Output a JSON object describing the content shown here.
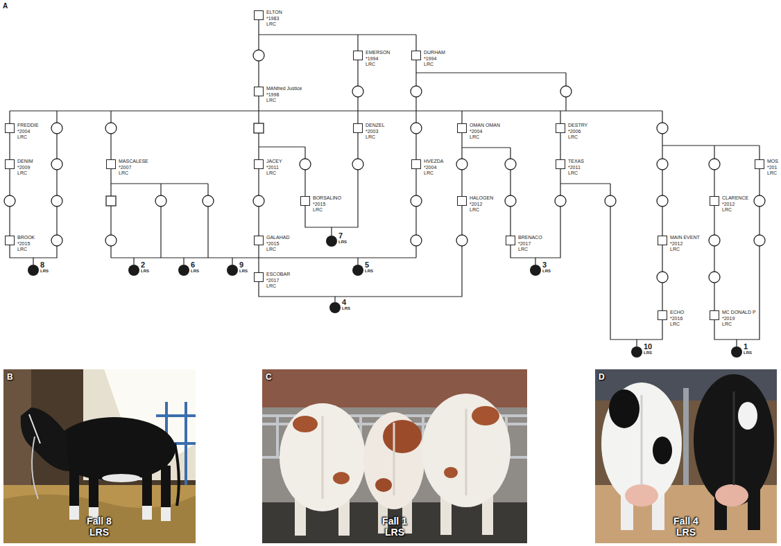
{
  "diagram": {
    "nodes": [
      {
        "text": [
          "ELTON",
          "*1983",
          "LRC"
        ]
      },
      {
        "text": [
          "EMERSON",
          "*1994",
          "LRC"
        ]
      },
      {
        "text": [
          "DURHAM",
          "*1994",
          "LRC"
        ]
      },
      {
        "text": [
          "MANfred Justice",
          "*1998",
          "LRC"
        ]
      },
      {
        "text": [
          "FREDDIE",
          "*2004",
          "LRC"
        ]
      },
      {
        "text": [
          "DENZEL",
          "*2003",
          "LRC"
        ]
      },
      {
        "text": [
          "OMAN OMAN",
          "*2004",
          "LRC"
        ]
      },
      {
        "text": [
          "DESTRY",
          "*2006",
          "LRC"
        ]
      },
      {
        "text": [
          "DENIM",
          "*2009",
          "LRC"
        ]
      },
      {
        "text": [
          "MASCALESE",
          "*2007",
          "LRC"
        ]
      },
      {
        "text": [
          "JACEY",
          "*2011",
          "LRC"
        ]
      },
      {
        "text": [
          "HVEZDA",
          "*2004",
          "LRC"
        ]
      },
      {
        "text": [
          "TEXAS",
          "*2011",
          "LRC"
        ]
      },
      {
        "text": [
          "MOS",
          "*201",
          "LRC"
        ]
      },
      {
        "text": [
          "BORSALINO",
          "*2015",
          "LRC"
        ]
      },
      {
        "text": [
          "HALOGEN",
          "*2012",
          "LRC"
        ]
      },
      {
        "text": [
          "CLARENCE",
          "*2012",
          "LRC"
        ]
      },
      {
        "text": [
          "BROOK",
          "*2015",
          "LRC"
        ]
      },
      {
        "text": [
          "GALAHAD",
          "*2015",
          "LRC"
        ]
      },
      {
        "text": [
          "BRENACO",
          "*2017",
          "LRC"
        ]
      },
      {
        "text": [
          "MAIN EVENT",
          "*2012",
          "LRC"
        ]
      },
      {
        "text": [
          "7",
          "LRS"
        ]
      },
      {
        "text": [
          "8",
          "LRS"
        ]
      },
      {
        "text": [
          "2",
          "LRS"
        ]
      },
      {
        "text": [
          "6",
          "LRS"
        ]
      },
      {
        "text": [
          "9",
          "LRS"
        ]
      },
      {
        "text": [
          "5",
          "LRS"
        ]
      },
      {
        "text": [
          "3",
          "LRS"
        ]
      },
      {
        "text": [
          "ESCOBAR",
          "*2017",
          "LRC"
        ]
      },
      {
        "text": [
          "4",
          "LRS"
        ]
      },
      {
        "text": [
          "ECHO",
          "*2016",
          "LRC"
        ]
      },
      {
        "text": [
          "MC DONALD P",
          "*2019",
          "LRC"
        ]
      },
      {
        "text": [
          "10",
          "LRS"
        ]
      },
      {
        "text": [
          "1",
          "LRS"
        ]
      }
    ],
    "edges": [
      {
        "from": 4,
        "to": 8,
        "arrow": "none"
      },
      {
        "from": 7,
        "to": 12,
        "arrow": "none"
      },
      {
        "from": 18,
        "to": 28,
        "arrow": "none"
      },
      {
        "from": 17,
        "to": 22,
        "arrow": "none"
      },
      {
        "from": 14,
        "to": 21,
        "arrow": "none"
      },
      {
        "from": 28,
        "to": 29,
        "arrow": "none"
      },
      {
        "from": 19,
        "to": 27,
        "arrow": "none"
      },
      {
        "from": 30,
        "to": 32,
        "arrow": "none"
      },
      {
        "from": 31,
        "to": 33,
        "arrow": "none"
      }
    ],
    "labels": [
      "A",
      "B",
      "Fall 8",
      "LRS",
      "C",
      "Fall 1",
      "LRS",
      "D",
      "Fall 4",
      "LRS"
    ]
  }
}
